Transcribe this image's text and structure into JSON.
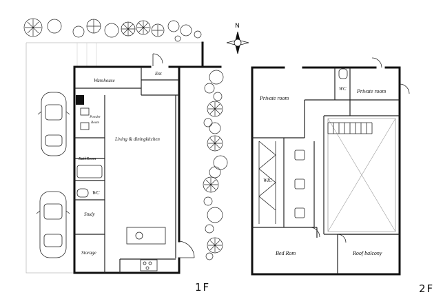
{
  "floor1": {
    "label": "1F",
    "rooms": {
      "warehouse": "Warehouse",
      "entrance": "Ent",
      "powder_room": "Powder Room",
      "living": "Living & diningkitchen",
      "bathroom": "BathRoom",
      "wc": "WC",
      "study": "Study",
      "storage": "Storage"
    }
  },
  "floor2": {
    "label": "2F",
    "rooms": {
      "private_room_left": "Private room",
      "private_room_right": "Private room",
      "wc": "WC",
      "wic": "WIC",
      "bedroom": "Bed Rom",
      "roof_balcony": "Roof balcony"
    }
  },
  "compass": {
    "north": "N"
  }
}
